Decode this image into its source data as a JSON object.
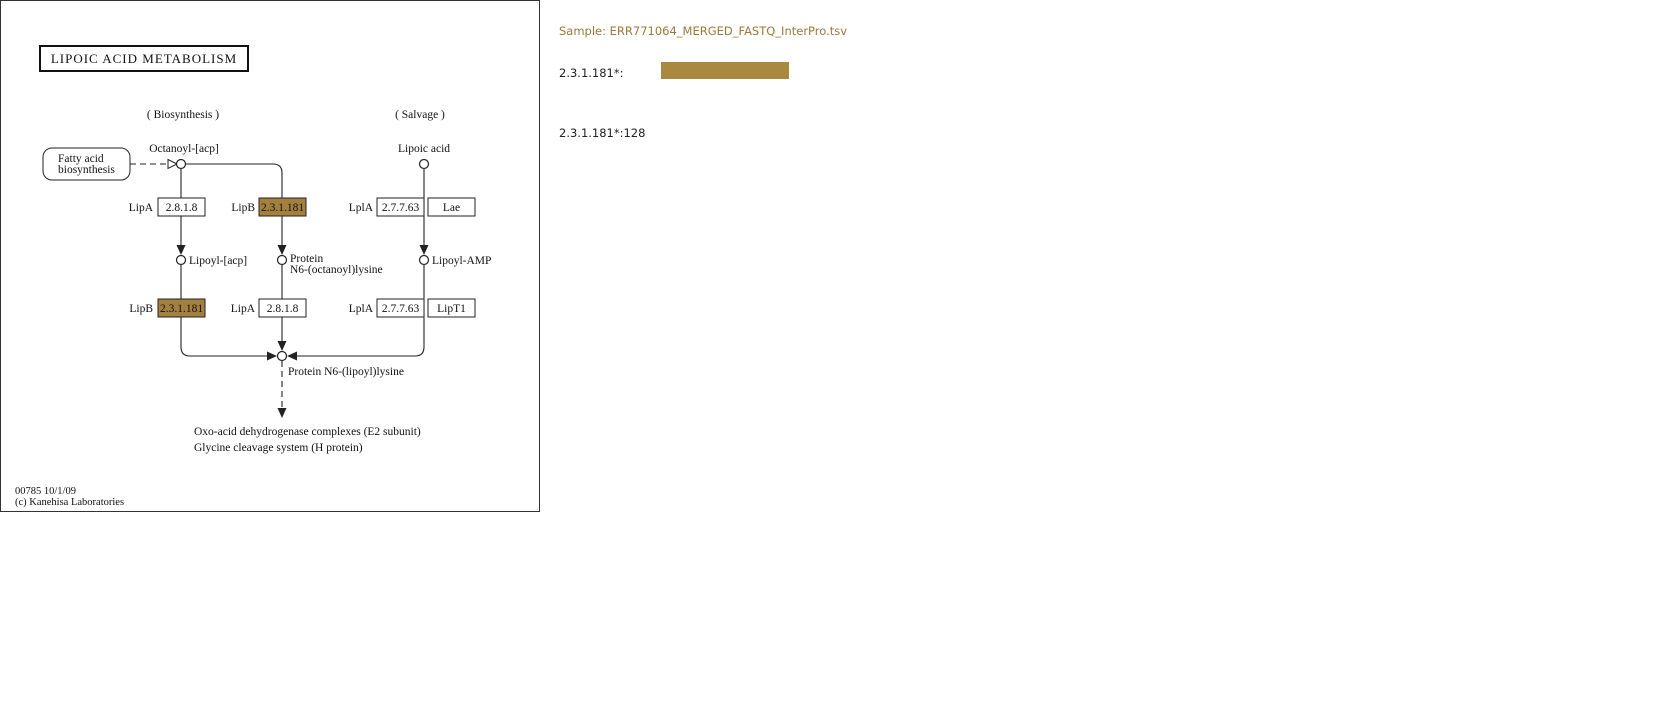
{
  "map": {
    "title": "LIPOIC ACID METABOLISM",
    "section_biosynthesis": "( Biosynthesis )",
    "section_salvage": "( Salvage )",
    "fatty_acid_line1": "Fatty acid",
    "fatty_acid_line2": "biosynthesis",
    "octanoyl_acp": "Octanoyl-[acp]",
    "lipoic_acid": "Lipoic acid",
    "lipoyl_acp": "Lipoyl-[acp]",
    "protein_octanoyl_line1": "Protein",
    "protein_octanoyl_line2": "N6-(octanoyl)lysine",
    "lipoyl_amp": "Lipoyl-AMP",
    "protein_lipoyl": "Protein N6-(lipoyl)lysine",
    "product_line1": "Oxo-acid dehydrogenase complexes (E2 subunit)",
    "product_line2": "Glycine cleavage system (H protein)",
    "footer_line1": "00785 10/1/09",
    "footer_line2": "(c) Kanehisa Laboratories",
    "enzymes": {
      "lipA_1_gene": "LipA",
      "lipA_1_ec": "2.8.1.8",
      "lipB_1_gene": "LipB",
      "lipB_1_ec": "2.3.1.181",
      "lplA_1_gene": "LplA",
      "lplA_1_ec": "2.7.7.63",
      "lae": "Lae",
      "lipB_2_gene": "LipB",
      "lipB_2_ec": "2.3.1.181",
      "lipA_2_gene": "LipA",
      "lipA_2_ec": "2.8.1.8",
      "lplA_2_gene": "LplA",
      "lplA_2_ec": "2.7.7.63",
      "lipT1": "LipT1"
    }
  },
  "legend": {
    "sample": "Sample: ERR771064_MERGED_FASTQ_InterPro.tsv",
    "ec_label": "2.3.1.181*:",
    "ec_count": "2.3.1.181*:128",
    "bar_color": "#a8893f"
  },
  "colors": {
    "highlight": "#a4803f",
    "sample_text": "#9a7a3a"
  }
}
